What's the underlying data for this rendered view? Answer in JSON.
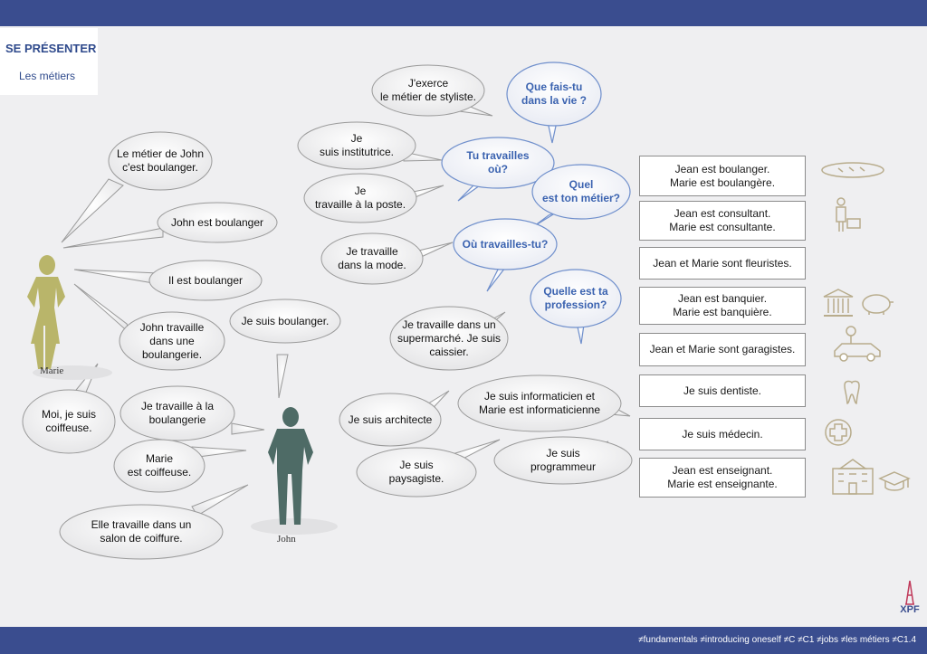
{
  "header": {
    "title": "SE PRÉSENTER",
    "subtitle": "Les métiers"
  },
  "people": {
    "marie": "Marie",
    "john": "John"
  },
  "bubbles": {
    "marie_1": "Le  métier de John\nc'est boulanger.",
    "marie_2": "John est boulanger",
    "marie_3": "Il est boulanger",
    "marie_4": "John travaille\ndans une\nboulangerie.",
    "marie_5": "Moi, je suis\ncoiffeuse.",
    "john_1": "Je suis boulanger.",
    "john_2": "Je travaille à la\nboulangerie",
    "john_3": "Marie\nest coiffeuse.",
    "john_4": "Elle travaille dans un\nsalon de coiffure.",
    "c_1": "J'exerce\nle métier de styliste.",
    "c_2": "Je\nsuis institutrice.",
    "c_3": "Je\ntravaille à la poste.",
    "c_4": "Je travaille\ndans la mode.",
    "c_5": "Je travaille dans un\nsupermarché. Je suis\ncaissier.",
    "c_6": "Je suis architecte",
    "c_7": "Je suis informaticien et\nMarie est informaticienne",
    "c_8": "Je suis\npaysagiste.",
    "c_9": "Je suis\nprogrammeur",
    "q_1": "Que fais-tu\ndans la vie ?",
    "q_2": "Tu travailles\noù?",
    "q_3": "Quel\nest ton métier?",
    "q_4": "Où travailles-tu?",
    "q_5": "Quelle est ta\nprofession?"
  },
  "boxes": [
    "Jean est boulanger.\nMarie est boulangère.",
    "Jean est consultant.\nMarie est consultante.",
    "Jean et Marie sont fleuristes.",
    "Jean est banquier.\nMarie est banquière.",
    "Jean et Marie sont garagistes.",
    "Je suis dentiste.",
    "Je suis médecin.",
    "Jean est enseignant.\nMarie est enseignante."
  ],
  "icons": [
    "bread-icon",
    "consultant-icon",
    "bank-icon",
    "piggy-bank-icon",
    "car-icon",
    "tooth-icon",
    "medical-cross-icon",
    "school-icon",
    "graduation-cap-icon"
  ],
  "footer": {
    "tags": "≠fundamentals ≠introducing oneself  ≠C ≠C1  ≠jobs ≠les métiers  ≠C1.4",
    "logo": "XPF"
  },
  "colors": {
    "bar": "#3a4d8f",
    "title": "#2f4a8c",
    "question": "#3b63b0",
    "marie": "#b9b56a",
    "john": "#4e6b66"
  }
}
